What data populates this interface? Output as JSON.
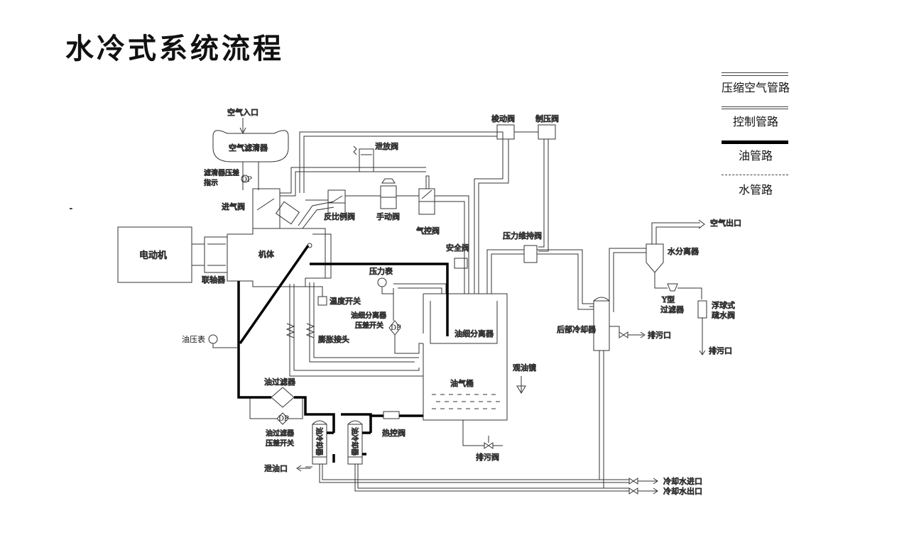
{
  "title": "水冷式系统流程",
  "legend": {
    "compressed_air": "压缩空气管路",
    "control": "控制管路",
    "oil": "油管路",
    "water": "水管路"
  },
  "labels": {
    "air_inlet": "空气入口",
    "air_filter": "空气滤清器",
    "filter_dp_line1": "滤清器压差",
    "filter_dp_line2": "指示",
    "dp": "DP",
    "intake_valve": "进气阀",
    "motor": "电动机",
    "coupling": "联轴器",
    "body": "机体",
    "vent_valve": "泄放阀",
    "check_valve": "反比例阀",
    "manual_valve": "手动阀",
    "pneumatic_valve": "气控阀",
    "shuttle_valve": "梭动阀",
    "pressure_limit_valve": "制压阀",
    "min_pressure_valve": "压力维持阀",
    "safety_valve": "安全阀",
    "pressure_gauge": "压力表",
    "temp_switch": "温度开关",
    "separator_dp_line1": "油细分离器",
    "separator_dp_line2": "压差开关",
    "expansion_joint": "膨胀接头",
    "oil_separator": "油细分离器",
    "sight_glass": "观油镜",
    "oil_tank": "油气桶",
    "oil_pressure_gauge": "油压表",
    "oil_filter": "油过滤器",
    "oil_filter_dp_line1": "油过滤器",
    "oil_filter_dp_line2": "压差开关",
    "oil_cooler": "油冷却器",
    "thermo_valve": "热控阀",
    "oil_drain": "泄油口",
    "drain_valve": "排污阀",
    "after_cooler": "后部冷却器",
    "water_separator": "水分离器",
    "air_outlet": "空气出口",
    "drain_port_1": "排污口",
    "y_filter_line1": "Y型",
    "y_filter_line2": "过滤器",
    "float_drain_line1": "浮球式",
    "float_drain_line2": "疏水阀",
    "drain_port_2": "排污口",
    "water_in": "冷却水进口",
    "water_out": "冷却水出口",
    "dash_mark": "-"
  }
}
